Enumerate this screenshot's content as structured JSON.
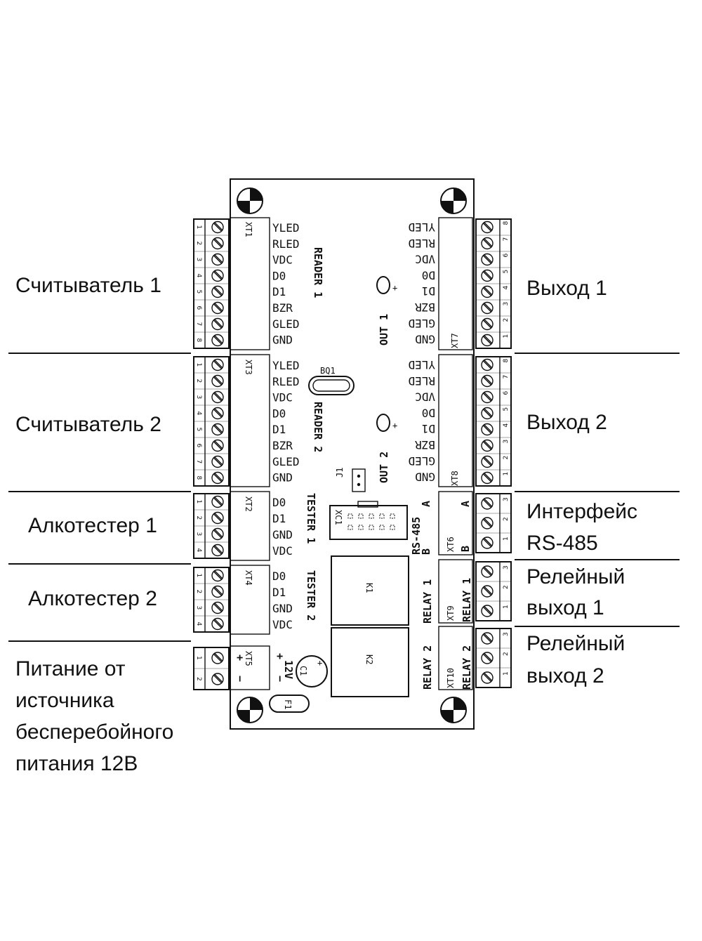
{
  "labels": {
    "reader1": "Считыватель 1",
    "reader2": "Считыватель 2",
    "tester1": "Алкотестер 1",
    "tester2": "Алкотестер 2",
    "power": [
      "Питание от",
      "источника",
      "бесперебойного",
      "питания 12В"
    ],
    "out1": "Выход 1",
    "out2": "Выход 2",
    "rs485": [
      "Интерфейс",
      "RS-485"
    ],
    "relay1": [
      "Релейный",
      "выход 1"
    ],
    "relay2": [
      "Релейный",
      "выход 2"
    ]
  },
  "reader_pins": [
    "YLED",
    "RLED",
    "VDC",
    "D0",
    "D1",
    "BZR",
    "GLED",
    "GND"
  ],
  "tester_pins": [
    "D0",
    "D1",
    "GND",
    "VDC"
  ],
  "output_pins": [
    "YLED",
    "RLED",
    "VDC",
    "D0",
    "D1",
    "BZR",
    "GLED",
    "GND"
  ],
  "connectors": {
    "xt1": "XT1",
    "xt3": "XT3",
    "xt2": "XT2",
    "xt4": "XT4",
    "xt5": "XT5",
    "xt7": "XT7",
    "xt8": "XT8",
    "xt6": "XT6",
    "xt9": "XT9",
    "xt10": "XT10",
    "xc1": "XC1",
    "bq1": "BQ1",
    "j1": "J1",
    "c1": "C1",
    "f1": "F1",
    "k1": "K1",
    "k2": "K2"
  },
  "board_text": {
    "reader1": "READER 1",
    "reader2": "READER 2",
    "tester1": "TESTER 1",
    "tester2": "TESTER 2",
    "out1": "OUT 1",
    "out2": "OUT 2",
    "rs485": "RS-485",
    "relay1": "RELAY 1",
    "relay2": "RELAY 2",
    "v12": "12V",
    "a": "A",
    "b": "B",
    "plus": "+",
    "minus": "−"
  },
  "terminal_numbers": {
    "eight": [
      "1",
      "2",
      "3",
      "4",
      "5",
      "6",
      "7",
      "8"
    ],
    "four": [
      "1",
      "2",
      "3",
      "4"
    ],
    "three": [
      "1",
      "2",
      "3"
    ],
    "two": [
      "1",
      "2"
    ]
  }
}
